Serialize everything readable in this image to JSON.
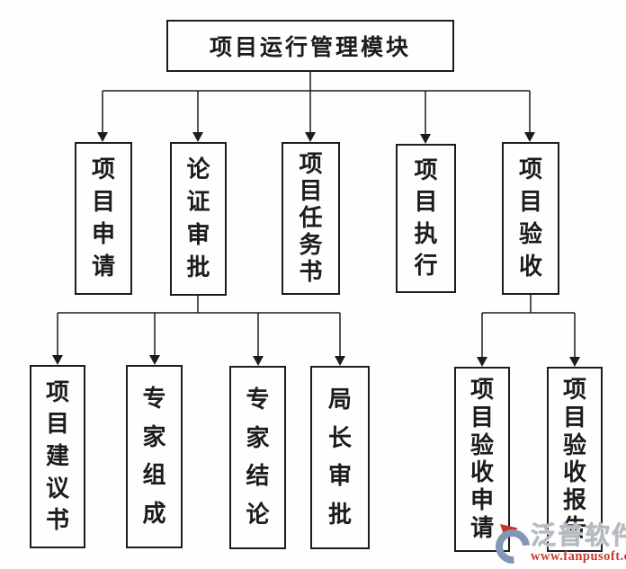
{
  "diagram": {
    "root": {
      "label": "项目运行管理模块"
    },
    "level2": [
      {
        "label": "项目申请",
        "parent": "项目运行管理模块"
      },
      {
        "label": "论证审批",
        "parent": "项目运行管理模块"
      },
      {
        "label": "项目任务书",
        "parent": "项目运行管理模块"
      },
      {
        "label": "项目执行",
        "parent": "项目运行管理模块"
      },
      {
        "label": "项目验收",
        "parent": "项目运行管理模块"
      }
    ],
    "level3": [
      {
        "label": "项目建议书",
        "parent": "论证审批"
      },
      {
        "label": "专家组成",
        "parent": "论证审批"
      },
      {
        "label": "专家结论",
        "parent": "论证审批"
      },
      {
        "label": "局长审批",
        "parent": "论证审批"
      },
      {
        "label": "项目验收申请",
        "parent": "项目验收"
      },
      {
        "label": "项目验收报告",
        "parent": "项目验收"
      }
    ]
  },
  "watermark": {
    "brand": "泛普软件",
    "url": "www.fanpusoft.com"
  },
  "colors": {
    "line": "#1c1c1c",
    "background": "#fefefe",
    "brand_text": "#b5b9c2",
    "url_text": "#c53a2c",
    "logo_blue": "#8296b6",
    "logo_red": "#cb3526"
  }
}
